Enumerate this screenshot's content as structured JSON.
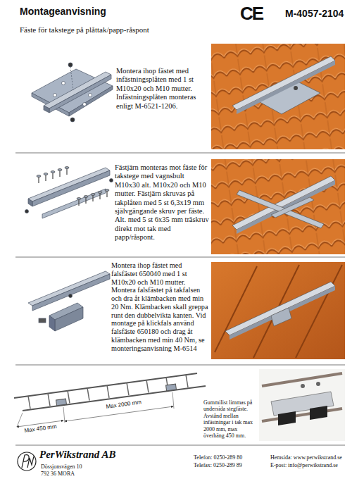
{
  "diagram": {
    "title": "Montageanvisning",
    "labels": [
      "CE",
      "M-4057-2104",
      "Fäste för takstege på plåttak/papp-råspont",
      "Montera ihop fästet med infästningsplåten med 1 st M10x20 och M10 mutter. Infästningsplåten monteras enligt M-6521-1206.",
      "Fästjärn monteras mot fäste för takstege med vagnsbult M10x30 alt. M10x20 och M10 mutter. Fästjärn skruvas på takplåten med 5 st 6,3x19 mm självgängande skruv per fäste. Alt. med 5 st 6x35 mm träskruv direkt mot tak med papp/råspont.",
      "Montera ihop fästet med falsfästet 650040 med 1 st M10x20 och M10 mutter. Montera falsfästet på takfalsen och dra åt klämbacken med min 20 Nm. Klämbacken skall greppa runt den dubbelvikta kanten. Vid montage på klickfals använd falsfäste 650180 och drag åt klämbacken med min 40 Nm, se monteringsanvisning M-6514",
      "Max 2000 mm",
      "Max 450 mm",
      "Gummilist limmas på undersida stegfäste. Avstånd mellan infästningar i tak max 2000 mm, max överhäng 450 mm.",
      "PerWikstrand AB",
      "Dössjonsvägen 10",
      "792 36 MORA",
      "Telefon: 0250-289 80",
      "Telefax: 0250-289 89",
      "Hemsida: www.perwikstrand.se",
      "E-post: info@perwikstrand.se"
    ]
  }
}
